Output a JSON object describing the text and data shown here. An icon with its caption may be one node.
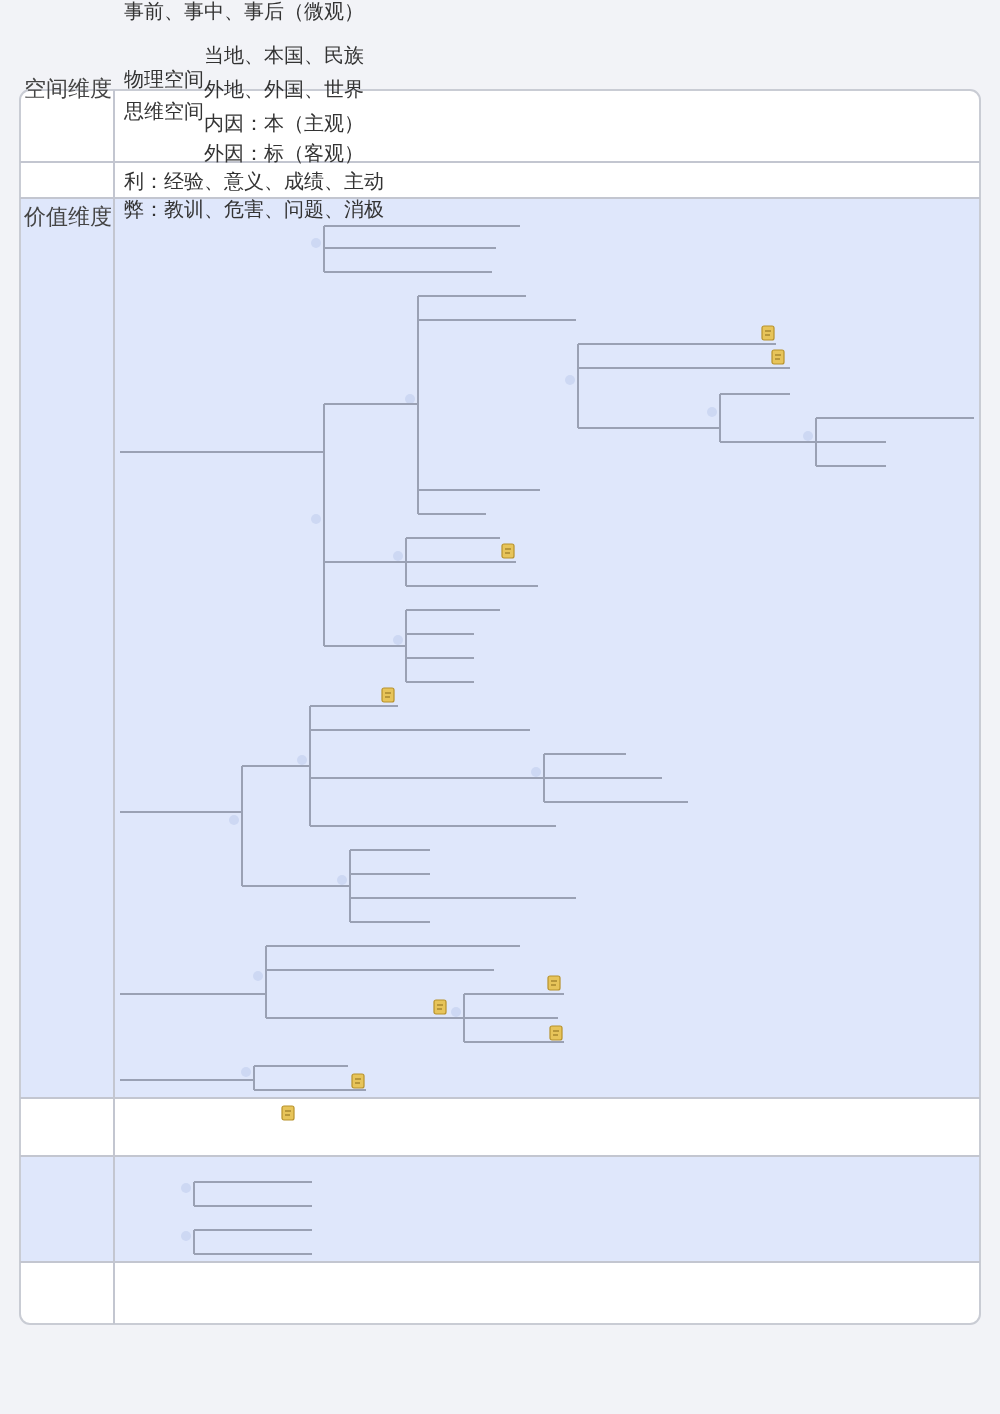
{
  "diagram": {
    "labels": [
      "事前、事中、事后（微观）",
      "当地、本国、民族",
      "空间维度",
      "物理空间",
      "外地、外国、世界",
      "思维空间",
      "内因：本（主观）",
      "外因：标（客观）",
      "利：经验、意义、成绩、主动",
      "价值维度",
      "弊：教训、危害、问题、消极"
    ]
  }
}
